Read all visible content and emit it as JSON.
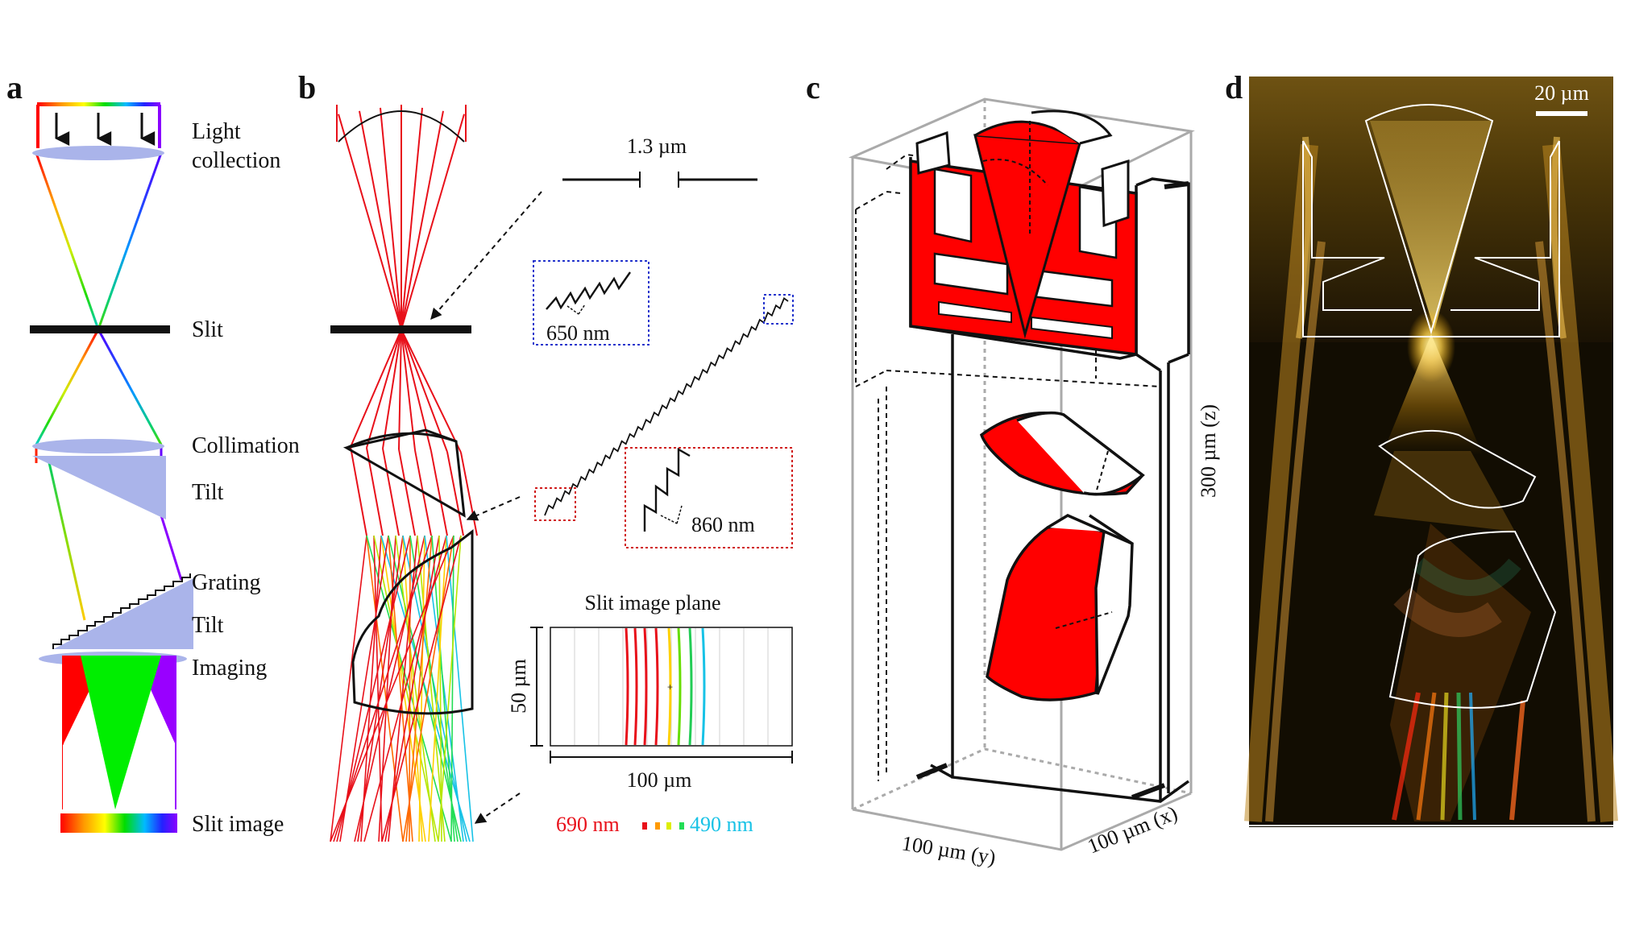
{
  "panels": {
    "a": {
      "letter": "a",
      "labels": {
        "light_collection_1": "Light",
        "light_collection_2": "collection",
        "slit": "Slit",
        "collimation": "Collimation",
        "tilt1": "Tilt",
        "grating": "Grating",
        "tilt2": "Tilt",
        "imaging": "Imaging",
        "slit_image": "Slit image"
      }
    },
    "b": {
      "letter": "b",
      "slit_width": "1.3 µm",
      "zoom_blue": "650 nm",
      "zoom_red": "860 nm",
      "plot_title": "Slit image plane",
      "plot_ylabel": "50 µm",
      "plot_xlabel": "100 µm",
      "legend_long": "690 nm",
      "legend_short": "490 nm"
    },
    "c": {
      "letter": "c",
      "axis_y": "100 µm (y)",
      "axis_x": "100 µm (x)",
      "axis_z": "300 µm (z)"
    },
    "d": {
      "letter": "d",
      "scale_bar": "20 µm"
    }
  },
  "colors": {
    "ray_red": "#e8101a",
    "red_fill": "#ff0000",
    "lens_fill": "#aab4ea",
    "zoom_blue": "#2233cc",
    "zoom_red": "#d01c1c",
    "legend_red": "#e8101a",
    "legend_cyan": "#17c2e6",
    "sim_bg": "#120d02"
  },
  "chart_data": {
    "type": "scatter",
    "title": "Slit image plane",
    "xlabel": "100 µm",
    "ylabel": "50 µm",
    "series": [
      {
        "name": "690 nm",
        "color": "#e8101a"
      },
      {
        "name": "490 nm",
        "color": "#17c2e6"
      }
    ]
  }
}
